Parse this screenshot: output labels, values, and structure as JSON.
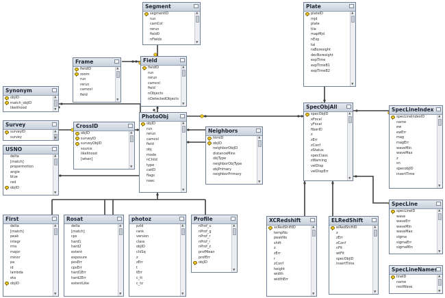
{
  "tables": [
    {
      "id": "segment",
      "title": "Segment",
      "rows": [
        "segmentID",
        "run",
        "camCol",
        "rerun",
        "field0",
        "nFields"
      ],
      "keys": [
        0
      ]
    },
    {
      "id": "plate",
      "title": "Plate",
      "rows": [
        "plateID",
        "mjd",
        "plate",
        "tile",
        "mapMjd",
        "nExp",
        "tai",
        "raBoresight",
        "decBoresight",
        "expTime",
        "expTimeB1",
        "expTimeB2"
      ],
      "keys": [
        0
      ]
    },
    {
      "id": "frame",
      "title": "Frame",
      "rows": [
        "fieldID",
        "zoom",
        "run",
        "rerun",
        "camcol",
        "field"
      ],
      "keys": [
        0,
        1
      ]
    },
    {
      "id": "field",
      "title": "Field",
      "rows": [
        "fieldID",
        "run",
        "rerun",
        "camcol",
        "field",
        "nObjects",
        "nDetectedObjects"
      ],
      "keys": [
        0
      ]
    },
    {
      "id": "synonym",
      "title": "Synonym",
      "rows": [
        "objID",
        "match_objID",
        "likelihood"
      ],
      "keys": [
        0,
        1
      ]
    },
    {
      "id": "survey",
      "title": "Survey",
      "rows": [
        "surveyID",
        "survey"
      ],
      "keys": [
        0
      ]
    },
    {
      "id": "crossid",
      "title": "CrossID",
      "rows": [
        "objID",
        "surveyID",
        "surveyObjID",
        "source",
        "likelihood",
        "[when]"
      ],
      "keys": [
        0,
        1,
        2
      ]
    },
    {
      "id": "photoobj",
      "title": "PhotoObj",
      "rows": [
        "objID",
        "run",
        "rerun",
        "camcol",
        "field",
        "obj",
        "mode",
        "nChild",
        "type",
        "catID",
        "flags",
        "rowc"
      ],
      "keys": [
        0
      ]
    },
    {
      "id": "neighbors",
      "title": "Neighbors",
      "rows": [
        "htmID",
        "objID",
        "neighborObjID",
        "distanceMins",
        "objType",
        "neighborObjType",
        "objPrimary",
        "neighborPrimary"
      ],
      "keys": [
        0,
        1
      ]
    },
    {
      "id": "specobjall",
      "title": "SpecObjAll",
      "rows": [
        "specObjID",
        "xFocal",
        "yFocal",
        "fiberID",
        "z",
        "zErr",
        "zConf",
        "zStatus",
        "specClass",
        "zWarning",
        "velDisp",
        "velDispErr"
      ],
      "keys": [
        0
      ]
    },
    {
      "id": "speclineindex",
      "title": "SpecLineIndex",
      "rows": [
        "specLineIndexID",
        "name",
        "ew",
        "ewErr",
        "mag",
        "magErr",
        "waveMin",
        "waveMax",
        "z",
        "sn",
        "specobjID",
        "insertTime"
      ],
      "keys": [
        0
      ]
    },
    {
      "id": "usno",
      "title": "USNO",
      "rows": [
        "delta",
        "[match]",
        "propermotion",
        "angle",
        "blue",
        "red",
        "objID"
      ],
      "keys": [
        6
      ]
    },
    {
      "id": "first",
      "title": "First",
      "rows": [
        "delta",
        "[match]",
        "peak",
        "integr",
        "rms",
        "major",
        "minor",
        "pa",
        "id",
        "lambda",
        "eta",
        "objID"
      ],
      "keys": [
        11
      ]
    },
    {
      "id": "rosat",
      "title": "Rosat",
      "rows": [
        "delta",
        "[match]",
        "cps",
        "hard1",
        "hard2",
        "extent",
        "exposure",
        "posErr",
        "cpsErr",
        "hard1Err",
        "hard2Err",
        "extentLike"
      ],
      "keys": []
    },
    {
      "id": "photoz",
      "title": "photoz",
      "rows": [
        "pzId",
        "rank",
        "version",
        "class",
        "objID",
        "chiSq",
        "z",
        "zErr",
        "t",
        "tErr",
        "c_tt",
        "c_tz"
      ],
      "keys": []
    },
    {
      "id": "profile",
      "title": "Profile",
      "rows": [
        "nProf_u",
        "nProf_g",
        "nProf_r",
        "nProf_i",
        "nProf_z",
        "profMean",
        "profErr",
        "objID"
      ],
      "keys": [
        7
      ]
    },
    {
      "id": "xcredshift",
      "title": "XCRedshift",
      "rows": [
        "xcRedShiftID",
        "tempNo",
        "peakNo",
        "shift",
        "z",
        "zErr",
        "r",
        "zConf",
        "height",
        "width",
        "widthErr"
      ],
      "keys": [
        0
      ]
    },
    {
      "id": "elredshift",
      "title": "ELRedShift",
      "rows": [
        "elRedShiftID",
        "z",
        "zErr",
        "zConf",
        "nFit",
        "wtFit",
        "specObjID",
        "insertTime"
      ],
      "keys": [
        0
      ]
    },
    {
      "id": "specline",
      "title": "SpecLine",
      "rows": [
        "specLineID",
        "wave",
        "waveErr",
        "waveMin",
        "waveMax",
        "sigma",
        "sigmaErr",
        "sigmaMin"
      ],
      "keys": [
        0
      ]
    },
    {
      "id": "speclinenames",
      "title": "SpecLineNames",
      "rows": [
        "lineID",
        "name",
        "restWave"
      ],
      "keys": [
        0
      ]
    }
  ],
  "colors": {
    "link": "#3b3b3b",
    "key": "#f2c823",
    "border": "#6e7f95",
    "header": "#c6d0dc"
  }
}
